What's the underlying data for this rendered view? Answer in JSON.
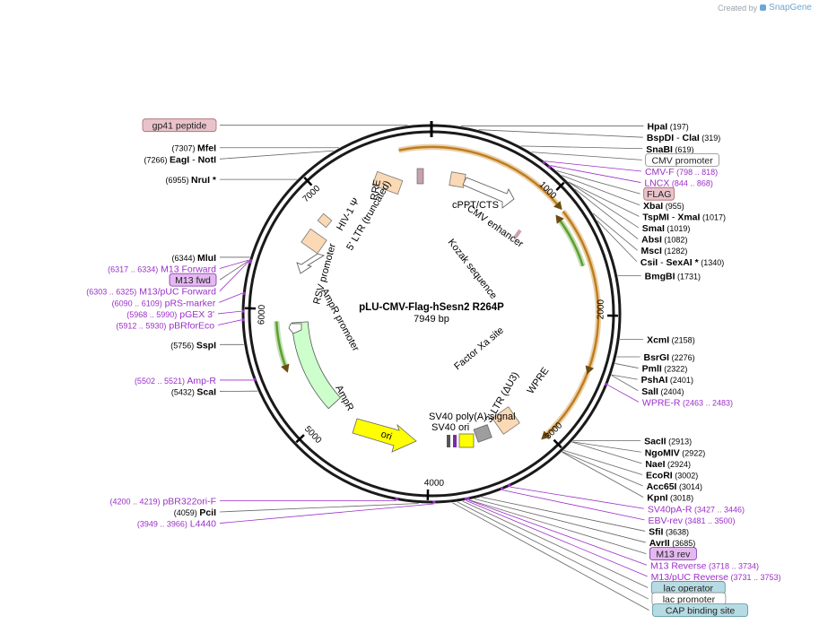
{
  "watermark": {
    "prefix": "Created by",
    "brand": "SnapGene"
  },
  "plasmid": {
    "name": "pLU-CMV-Flag-hSesn2 R264P",
    "size_label": "7949 bp",
    "length": 7949
  },
  "ring_ticks": [
    {
      "pos": 1000,
      "label": "1000"
    },
    {
      "pos": 2000,
      "label": "2000"
    },
    {
      "pos": 3000,
      "label": "3000"
    },
    {
      "pos": 4000,
      "label": "4000"
    },
    {
      "pos": 5000,
      "label": "5000"
    },
    {
      "pos": 6000,
      "label": "6000"
    },
    {
      "pos": 7000,
      "label": "7000"
    }
  ],
  "colors": {
    "enzyme": "#000000",
    "primer": "#9b2fc9",
    "orange": "#f4a33a",
    "green": "#5aa02c",
    "yellow": "#ffff00",
    "ampr": "#ccffcc",
    "peach": "#fbd9b5"
  },
  "enzymes": [
    {
      "name": "HpaI",
      "pos": "(197)",
      "bp": 197,
      "side": "R"
    },
    {
      "name": "BspDI",
      "sep": " - ",
      "name2": "ClaI",
      "pos": "(319)",
      "bp": 319,
      "side": "R"
    },
    {
      "name": "SnaBI",
      "pos": "(619)",
      "bp": 619,
      "side": "R"
    },
    {
      "name": "XbaI",
      "pos": "(955)",
      "bp": 955,
      "side": "R"
    },
    {
      "name": "TspMI",
      "sep": " - ",
      "name2": "XmaI",
      "pos": "(1017)",
      "bp": 1017,
      "side": "R"
    },
    {
      "name": "SmaI",
      "pos": "(1019)",
      "bp": 1019,
      "side": "R"
    },
    {
      "name": "AbsI",
      "pos": "(1082)",
      "bp": 1082,
      "side": "R"
    },
    {
      "name": "MscI",
      "pos": "(1282)",
      "bp": 1282,
      "side": "R"
    },
    {
      "name": "CsiI",
      "sep": " - ",
      "name2": "SexAI *",
      "pos": "(1340)",
      "bp": 1340,
      "side": "R"
    },
    {
      "name": "BmgBI",
      "pos": "(1731)",
      "bp": 1731,
      "side": "R"
    },
    {
      "name": "XcmI",
      "pos": "(2158)",
      "bp": 2158,
      "side": "R"
    },
    {
      "name": "BsrGI",
      "pos": "(2276)",
      "bp": 2276,
      "side": "R"
    },
    {
      "name": "PmlI",
      "pos": "(2322)",
      "bp": 2322,
      "side": "R"
    },
    {
      "name": "PshAI",
      "pos": "(2401)",
      "bp": 2401,
      "side": "R"
    },
    {
      "name": "SalI",
      "pos": "(2404)",
      "bp": 2404,
      "side": "R"
    },
    {
      "name": "SacII",
      "pos": "(2913)",
      "bp": 2913,
      "side": "R"
    },
    {
      "name": "NgoMIV",
      "pos": "(2922)",
      "bp": 2922,
      "side": "R"
    },
    {
      "name": "NaeI",
      "pos": "(2924)",
      "bp": 2924,
      "side": "R"
    },
    {
      "name": "EcoRI",
      "pos": "(3002)",
      "bp": 3002,
      "side": "R"
    },
    {
      "name": "Acc65I",
      "pos": "(3014)",
      "bp": 3014,
      "side": "R"
    },
    {
      "name": "KpnI",
      "pos": "(3018)",
      "bp": 3018,
      "side": "R"
    },
    {
      "name": "SfiI",
      "pos": "(3638)",
      "bp": 3638,
      "side": "R"
    },
    {
      "name": "AvrII",
      "pos": "(3685)",
      "bp": 3685,
      "side": "R"
    },
    {
      "name": "PciI",
      "pos": "(4059)",
      "bp": 4059,
      "side": "L"
    },
    {
      "name": "ScaI",
      "pos": "(5432)",
      "bp": 5432,
      "side": "L"
    },
    {
      "name": "SspI",
      "pos": "(5756)",
      "bp": 5756,
      "side": "L"
    },
    {
      "name": "MluI",
      "pos": "(6344)",
      "bp": 6344,
      "side": "L"
    },
    {
      "name": "NruI *",
      "pos": "(6955)",
      "bp": 6955,
      "side": "L"
    },
    {
      "name": "EagI",
      "sep": " - ",
      "name2": "NotI",
      "pos": "(7266)",
      "bp": 7266,
      "side": "L"
    },
    {
      "name": "MfeI",
      "pos": "(7307)",
      "bp": 7307,
      "side": "L"
    }
  ],
  "primers": [
    {
      "name": "CMV-F",
      "range": "(798 .. 818)",
      "bp": 808,
      "side": "R"
    },
    {
      "name": "LNCX",
      "range": "(844 .. 868)",
      "bp": 856,
      "side": "R"
    },
    {
      "name": "WPRE-R",
      "range": "(2463 .. 2483)",
      "bp": 2473,
      "side": "R"
    },
    {
      "name": "SV40pA-R",
      "range": "(3427 .. 3446)",
      "bp": 3436,
      "side": "R"
    },
    {
      "name": "EBV-rev",
      "range": "(3481 .. 3500)",
      "bp": 3490,
      "side": "R"
    },
    {
      "name": "M13 Reverse",
      "range": "(3718 .. 3734)",
      "bp": 3726,
      "side": "R"
    },
    {
      "name": "M13/pUC Reverse",
      "range": "(3731 .. 3753)",
      "bp": 3742,
      "side": "R"
    },
    {
      "name": "L4440",
      "range": "(3949 .. 3966)",
      "bp": 3957,
      "side": "L"
    },
    {
      "name": "pBR322ori-F",
      "range": "(4200 .. 4219)",
      "bp": 4209,
      "side": "L"
    },
    {
      "name": "Amp-R",
      "range": "(5502 .. 5521)",
      "bp": 5511,
      "side": "L"
    },
    {
      "name": "pBRforEco",
      "range": "(5912 .. 5930)",
      "bp": 5921,
      "side": "L"
    },
    {
      "name": "pGEX 3'",
      "range": "(5968 .. 5990)",
      "bp": 5979,
      "side": "L"
    },
    {
      "name": "pRS-marker",
      "range": "(6090 .. 6109)",
      "bp": 6099,
      "side": "L"
    },
    {
      "name": "M13/pUC Forward",
      "range": "(6303 .. 6325)",
      "bp": 6314,
      "side": "L"
    },
    {
      "name": "M13 Forward",
      "range": "(6317 .. 6334)",
      "bp": 6325,
      "side": "L"
    }
  ],
  "boxed_labels": [
    {
      "text": "gp41 peptide",
      "style": "pink",
      "bp": 7790
    },
    {
      "text": "CMV promoter",
      "style": "white",
      "bp": 700
    },
    {
      "text": "FLAG",
      "style": "pink",
      "bp": 910
    },
    {
      "text": "M13 fwd",
      "style": "violet",
      "bp": 6320
    },
    {
      "text": "M13 rev",
      "style": "violet",
      "bp": 3720
    },
    {
      "text": "lac operator",
      "style": "teal",
      "bp": 3765
    },
    {
      "text": "lac promoter",
      "style": "white",
      "bp": 3800
    },
    {
      "text": "CAP binding site",
      "style": "teal",
      "bp": 3835
    }
  ],
  "inner_labels": {
    "rre": "RRE",
    "cppt": "cPPT/CTS",
    "cmv_enh": "CMV enhancer",
    "hiv": "HIV-1 Ψ",
    "ltr5": "5' LTR (truncated)",
    "kozak": "Kozak sequence",
    "rsv": "RSV promoter",
    "ampr_prom": "AmpR promoter",
    "ampr": "AmpR",
    "ori": "ori",
    "factor_xa": "Factor Xa site",
    "wpre": "WPRE",
    "ltr3": "3' LTR (ΔU3)",
    "sv40pa": "SV40 poly(A) signal",
    "sv40ori": "SV40 ori"
  }
}
